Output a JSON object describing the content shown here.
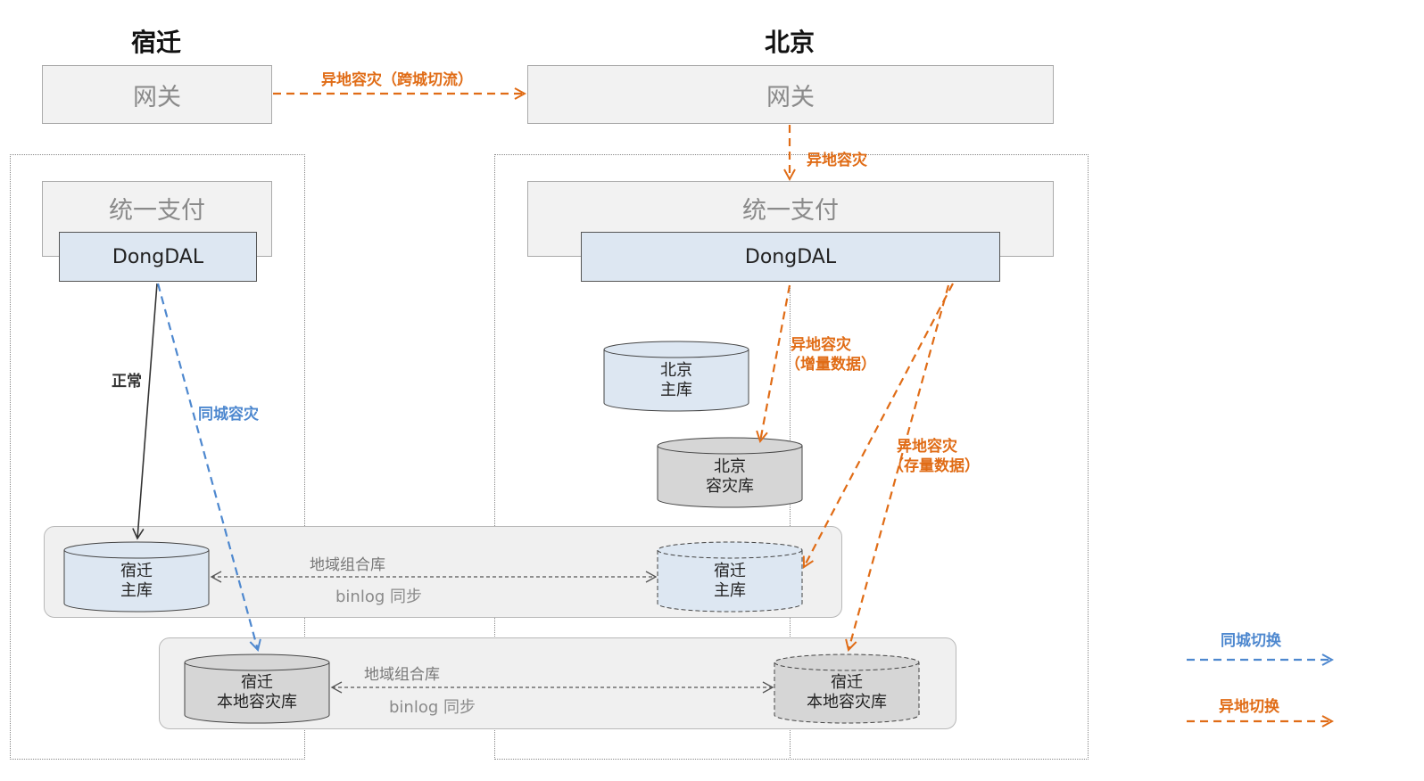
{
  "cities": {
    "left": "宿迁",
    "right": "北京"
  },
  "gateway": {
    "left_label": "网关",
    "right_label": "网关"
  },
  "payment": {
    "left_label": "统一支付",
    "right_label": "统一支付"
  },
  "dal": {
    "left_label": "DongDAL",
    "right_label": "DongDAL"
  },
  "databases": {
    "bj_master": [
      "北京",
      "主库"
    ],
    "bj_dr": [
      "北京",
      "容灾库"
    ],
    "sq_master": [
      "宿迁",
      "主库"
    ],
    "sq_master_replica": [
      "宿迁",
      "主库"
    ],
    "sq_local_dr": [
      "宿迁",
      "本地容灾库"
    ],
    "sq_local_dr_replica": [
      "宿迁",
      "本地容灾库"
    ]
  },
  "arrows": {
    "cross_city": "异地容灾（跨城切流）",
    "gateway_down": "异地容灾",
    "normal": "正常",
    "same_city": "同城容灾",
    "incremental": [
      "异地容灾",
      "（增量数据）"
    ],
    "stock": [
      "异地容灾",
      "（存量数据）"
    ]
  },
  "groups": {
    "upper": {
      "title": "地域组合库",
      "sync": "binlog 同步"
    },
    "lower": {
      "title": "地域组合库",
      "sync": "binlog 同步"
    }
  },
  "legend": {
    "same_city_switch": "同城切换",
    "remote_switch": "异地切换"
  },
  "colors": {
    "orange": "#e06c16",
    "blue": "#4e88cf",
    "db_blue": "#dde7f2",
    "db_gray": "#d6d6d6"
  }
}
